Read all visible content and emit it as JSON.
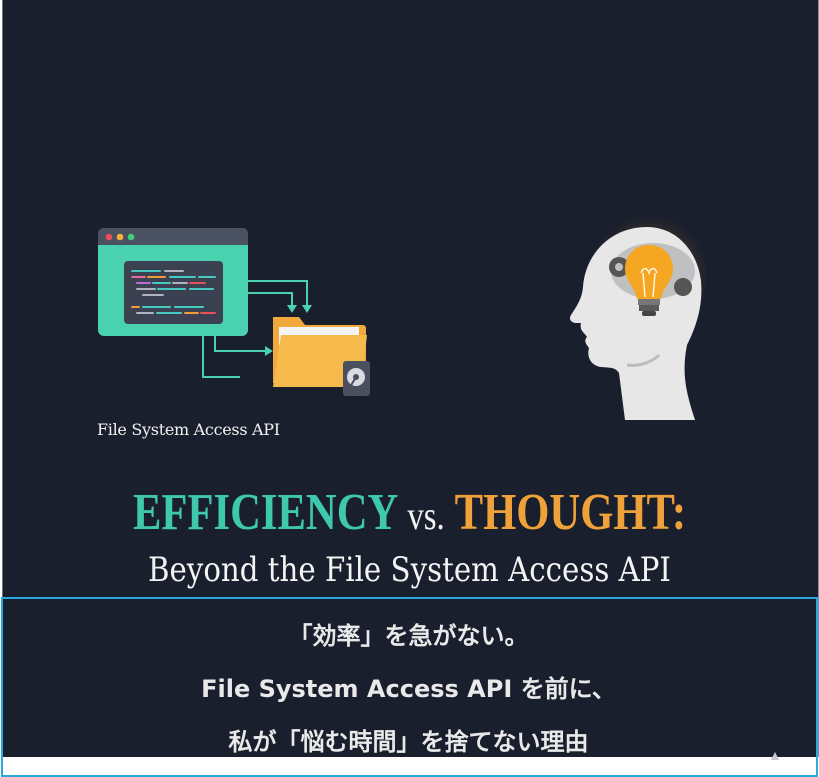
{
  "illustration": {
    "left": {
      "icons": [
        "code-window-icon",
        "folder-icon",
        "hard-drive-icon"
      ],
      "caption": "File System Access API"
    },
    "right": {
      "icons": [
        "head-profile-icon",
        "lightbulb-icon",
        "gear-icon"
      ]
    }
  },
  "title": {
    "efficiency": "EFFICIENCY",
    "vs": "vs.",
    "thought": "THOUGHT:",
    "subtitle": "Beyond the File System Access API"
  },
  "overlay": {
    "line1": "「効率」を急がない。",
    "line2": "File System Access API を前に、",
    "line3": "私が「悩む時間」を捨てない理由"
  },
  "colors": {
    "background": "#1a1f2d",
    "teal": "#3ec9ae",
    "orange": "#f0a23a",
    "frame": "#2aa9dc"
  }
}
